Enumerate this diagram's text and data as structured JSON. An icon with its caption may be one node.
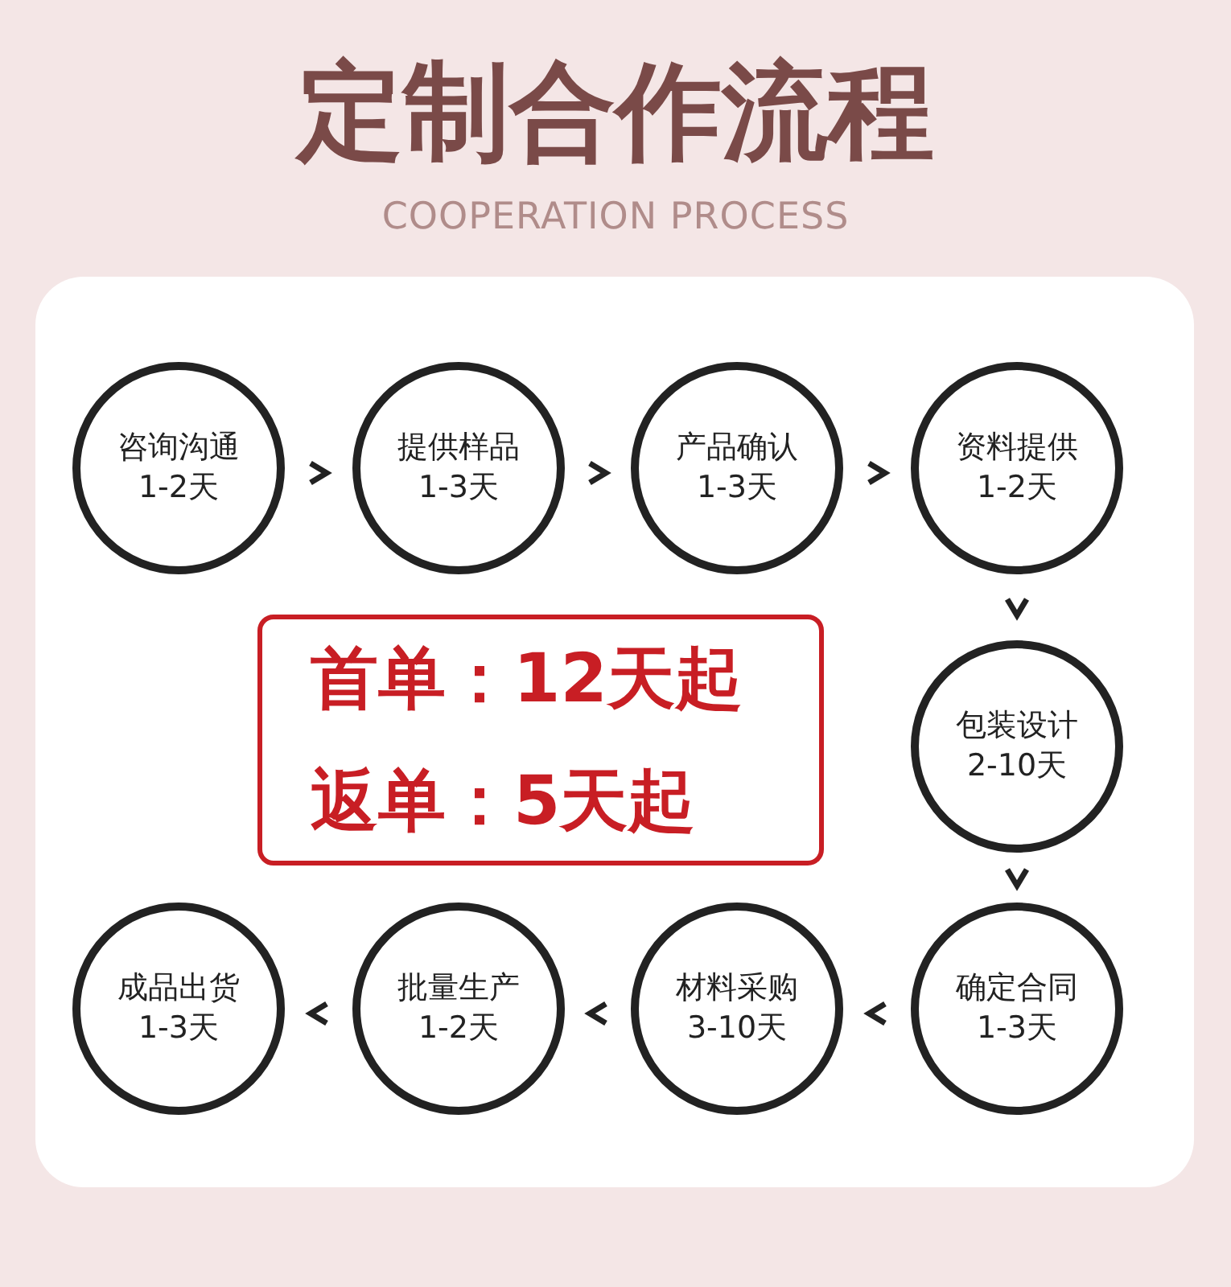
{
  "diagram": {
    "title": "定制合作流程",
    "nodes": [
      {
        "text": [
          "咨询沟通",
          "1-2天"
        ]
      },
      {
        "text": [
          "提供样品",
          "1-3天"
        ]
      },
      {
        "text": [
          "产品确认",
          "1-3天"
        ]
      },
      {
        "text": [
          "资料提供",
          "1-2天"
        ]
      },
      {
        "text": [
          "包装设计",
          "2-10天"
        ]
      },
      {
        "text": [
          "确定合同",
          "1-3天"
        ]
      },
      {
        "text": [
          "材料采购",
          "3-10天"
        ]
      },
      {
        "text": [
          "批量生产",
          "1-2天"
        ]
      },
      {
        "text": [
          "成品出货",
          "1-3天"
        ]
      },
      {
        "text": [
          "首单：12天起",
          "返单：5天起"
        ]
      }
    ],
    "edges": [
      {
        "from": 0,
        "to": 1,
        "arrow": "to"
      },
      {
        "from": 1,
        "to": 2,
        "arrow": "to"
      },
      {
        "from": 2,
        "to": 3,
        "arrow": "to"
      },
      {
        "from": 3,
        "to": 4,
        "arrow": "to"
      },
      {
        "from": 4,
        "to": 5,
        "arrow": "to"
      },
      {
        "from": 5,
        "to": 6,
        "arrow": "to"
      },
      {
        "from": 6,
        "to": 7,
        "arrow": "to"
      },
      {
        "from": 7,
        "to": 8,
        "arrow": "to"
      }
    ],
    "labels": [
      "COOPERATION PROCESS"
    ]
  }
}
